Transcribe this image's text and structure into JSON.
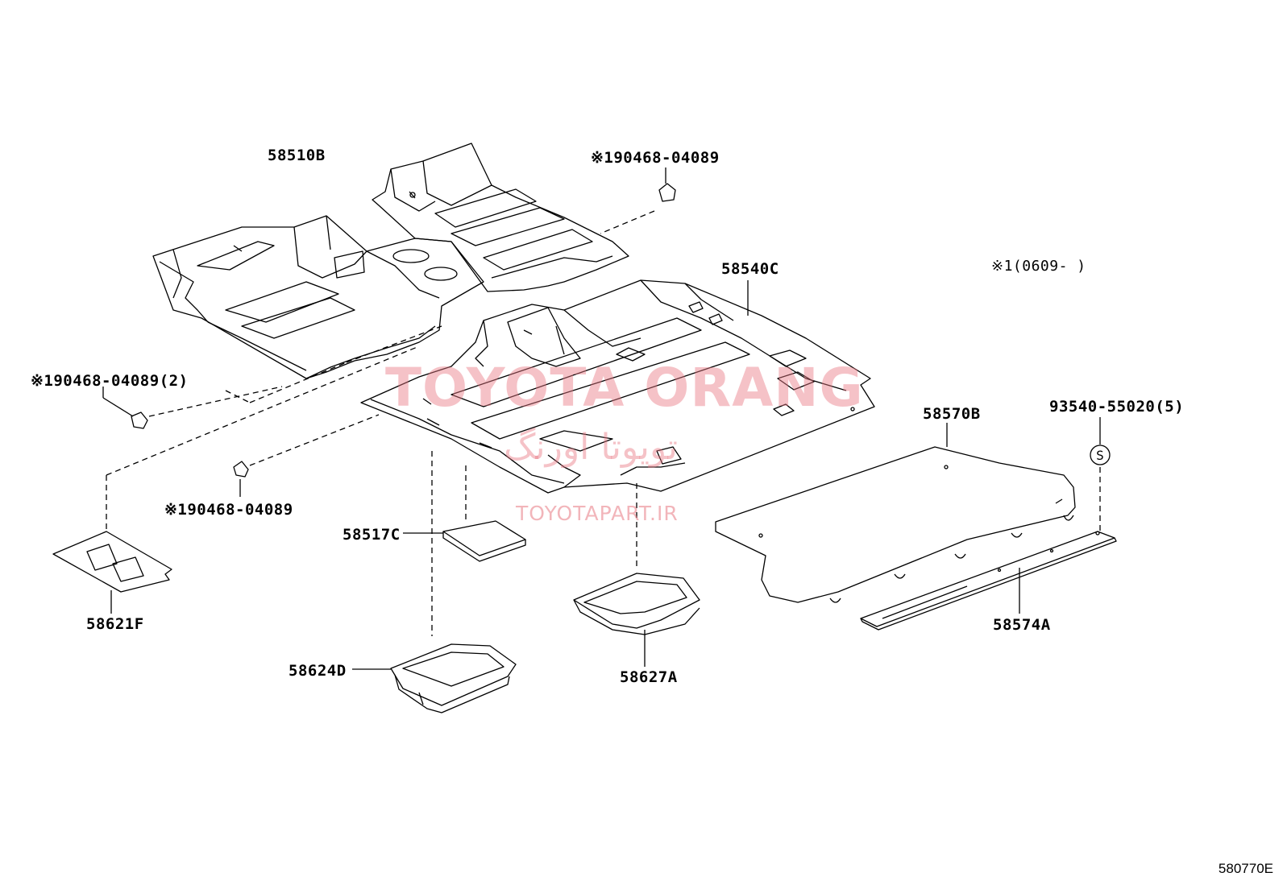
{
  "diagram": {
    "labels": {
      "p58510B": "58510B",
      "p90468_top": "※190468-04089",
      "p58540C": "58540C",
      "note_range": "※1(0609-      )",
      "p90468_left": "※190468-04089(2)",
      "p90468_mid": "※190468-04089",
      "p58570B": "58570B",
      "p93540": "93540-55020(5)",
      "p58517C": "58517C",
      "p58621F": "58621F",
      "p58624D": "58624D",
      "p58627A": "58627A",
      "p58574A": "58574A"
    },
    "symbol_s": "S",
    "catalog_code": "580770E"
  },
  "watermark": {
    "brand": "TOYOTA ORANG",
    "brand_fa": "تویوتا اورنگ",
    "url": "TOYOTAPART.IR",
    "color": "#e87882"
  },
  "colors": {
    "line": "#000000",
    "background": "#ffffff"
  }
}
